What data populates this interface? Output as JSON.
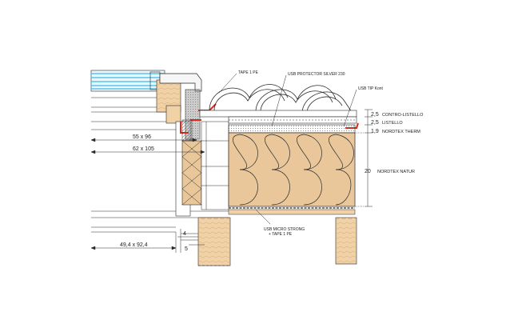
{
  "callouts": {
    "tape": "TAPE 1 PE",
    "protector": "USB PROTECTOR SILVER 230",
    "tip": "USB TIP Kont",
    "micro_1": "USB MICRO STRONG",
    "micro_2": "+ TAPE 1 PE"
  },
  "dimensions": {
    "beam_a": "55 x 96",
    "beam_b": "62 x 105",
    "sill": "49,4 x 92,4",
    "small_a": "4",
    "small_b": "5"
  },
  "layers": [
    {
      "thickness": "2,5",
      "name": "CONTRO-LISTELLO"
    },
    {
      "thickness": "2,5",
      "name": "LISTELLO"
    },
    {
      "thickness": "1,9",
      "name": "NORDTEX THERM"
    },
    {
      "thickness": "20",
      "name": "NORDTEX NATUR"
    }
  ],
  "colors": {
    "timber": "#f1d1a6",
    "insulation": "#e9c79a",
    "membrane_red": "#d42a1f",
    "glass": "#5ac3ea",
    "line": "#2a2a2a"
  }
}
